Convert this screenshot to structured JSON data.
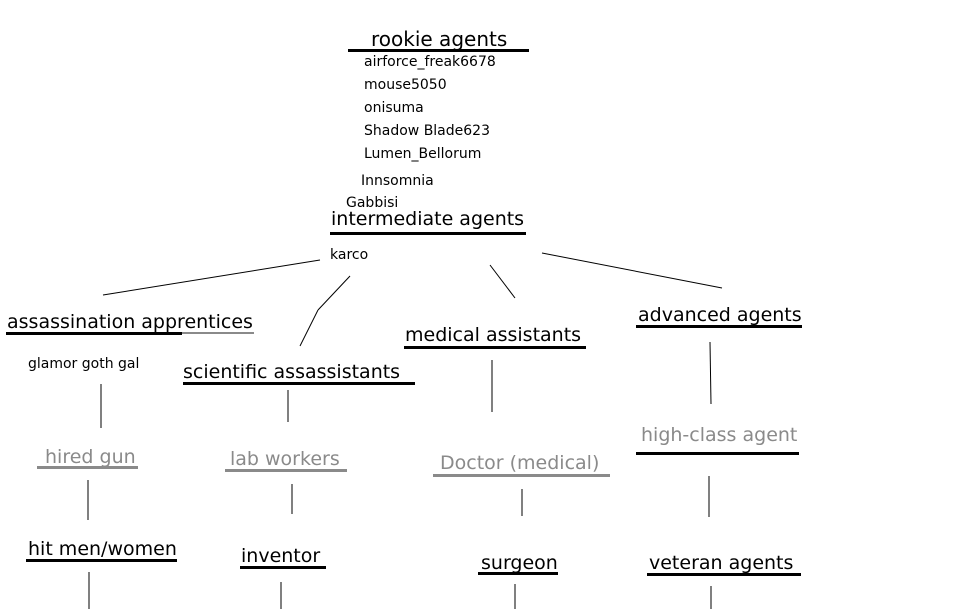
{
  "rookie": {
    "heading": "rookie agents",
    "members": [
      "airforce_freak6678",
      "mouse5050",
      "onisuma",
      "Shadow Blade623",
      "Lumen_Bellorum",
      "Innsomnia",
      "Gabbisi"
    ]
  },
  "intermediate": {
    "heading": "intermediate agents",
    "member": "karco"
  },
  "branches": {
    "assassination": {
      "heading": "assassination apprentices",
      "member": "glamor goth gal",
      "step1": "hired gun",
      "step2": "hit men/women"
    },
    "scientific": {
      "heading": "scientific assassistants",
      "step1": "lab workers",
      "step2": "inventor"
    },
    "medical": {
      "heading": "medical assistants",
      "step1": "Doctor (medical)",
      "step2": "surgeon"
    },
    "advanced": {
      "heading": "advanced agents",
      "step1": "high-class agent",
      "step2": "veteran agents"
    }
  },
  "colors": {
    "ink": "#000000",
    "faded": "#8a8a8a",
    "background": "#ffffff"
  }
}
